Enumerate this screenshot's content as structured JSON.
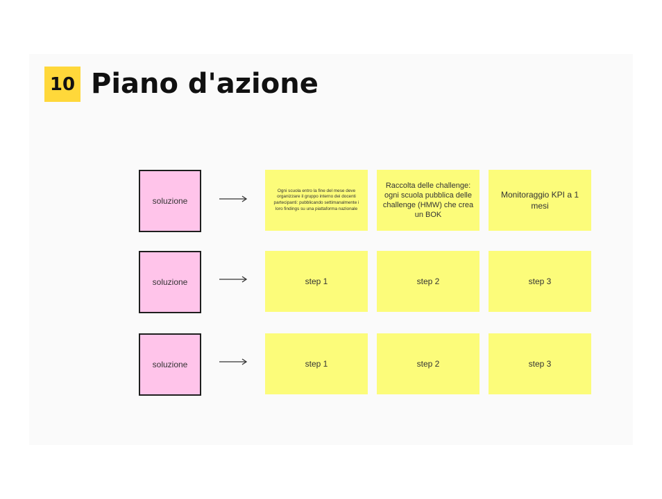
{
  "header": {
    "step_number": "10",
    "title": "Piano d'azione"
  },
  "rows": [
    {
      "solution": "soluzione",
      "steps": [
        "Ogni scuola entro la fine del mese deve organizzare il gruppo interno dei docenti partecipanti: pubblicando settimanalmente i loro findings su una piattaforma nazionale",
        "Raccolta delle challenge: ogni scuola pubblica delle challenge (HMW) che crea un BOK",
        "Monitoraggio KPI a 1 mesi"
      ]
    },
    {
      "solution": "soluzione",
      "steps": [
        "step 1",
        "step 2",
        "step 3"
      ]
    },
    {
      "solution": "soluzione",
      "steps": [
        "step 1",
        "step 2",
        "step 3"
      ]
    }
  ],
  "colors": {
    "badge": "#ffd83a",
    "solution_card": "#ffc4ea",
    "sticky_note": "#fcfc7a",
    "board": "#fafafa"
  },
  "icons": {
    "connector": "arrow-right-icon"
  }
}
